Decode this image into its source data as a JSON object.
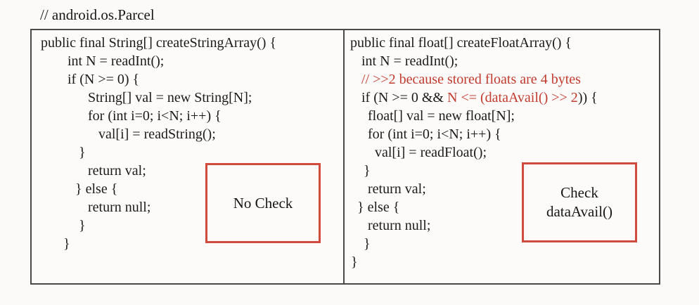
{
  "title": "// android.os.Parcel",
  "colors": {
    "ink": "#1b1b1b",
    "red": "#c23b2e",
    "box_border": "#d24a3c",
    "panel_border": "#4a4a4a"
  },
  "panels": [
    {
      "id": "create-string-array",
      "lines": [
        {
          "indent": 0,
          "segments": [
            {
              "t": "public final String[] createStringArray() {",
              "c": "ink"
            }
          ]
        },
        {
          "indent": 38,
          "segments": [
            {
              "t": "int N = readInt();",
              "c": "ink"
            }
          ]
        },
        {
          "indent": 38,
          "segments": [
            {
              "t": "if (N >= 0) {",
              "c": "ink"
            }
          ]
        },
        {
          "indent": 67,
          "segments": [
            {
              "t": "String[] val = new String[N];",
              "c": "ink"
            }
          ]
        },
        {
          "indent": 67,
          "segments": [
            {
              "t": "for (int i=0; i<N; i++) {",
              "c": "ink"
            }
          ]
        },
        {
          "indent": 82,
          "segments": [
            {
              "t": "val[i] = readString();",
              "c": "ink"
            }
          ]
        },
        {
          "indent": 54,
          "segments": [
            {
              "t": "}",
              "c": "ink"
            }
          ]
        },
        {
          "indent": 67,
          "segments": [
            {
              "t": "return val;",
              "c": "ink"
            }
          ]
        },
        {
          "indent": 49,
          "segments": [
            {
              "t": "} else {",
              "c": "ink"
            }
          ]
        },
        {
          "indent": 67,
          "segments": [
            {
              "t": "return null;",
              "c": "ink"
            }
          ]
        },
        {
          "indent": 54,
          "segments": [
            {
              "t": "}",
              "c": "ink"
            }
          ]
        },
        {
          "indent": 32,
          "segments": [
            {
              "t": "}",
              "c": "ink"
            }
          ]
        }
      ],
      "callout": {
        "lines": [
          "No Check"
        ]
      }
    },
    {
      "id": "create-float-array",
      "lines": [
        {
          "indent": 0,
          "segments": [
            {
              "t": "public final float[] createFloatArray() {",
              "c": "ink"
            }
          ]
        },
        {
          "indent": 16,
          "segments": [
            {
              "t": "int N = readInt();",
              "c": "ink"
            }
          ]
        },
        {
          "indent": 16,
          "segments": [
            {
              "t": "// >>2 because stored floats are 4 bytes",
              "c": "red"
            }
          ]
        },
        {
          "indent": 16,
          "segments": [
            {
              "t": "if (N >= 0 && ",
              "c": "ink"
            },
            {
              "t": "N <= (dataAvail() >> 2",
              "c": "red"
            },
            {
              "t": ")) {",
              "c": "ink"
            }
          ]
        },
        {
          "indent": 25,
          "segments": [
            {
              "t": "float[] val = new float[N];",
              "c": "ink"
            }
          ]
        },
        {
          "indent": 25,
          "segments": [
            {
              "t": "for (int i=0; i<N; i++) {",
              "c": "ink"
            }
          ]
        },
        {
          "indent": 35,
          "segments": [
            {
              "t": "val[i] = readFloat();",
              "c": "ink"
            }
          ]
        },
        {
          "indent": 19,
          "segments": [
            {
              "t": "}",
              "c": "ink"
            }
          ]
        },
        {
          "indent": 25,
          "segments": [
            {
              "t": "return val;",
              "c": "ink"
            }
          ]
        },
        {
          "indent": 10,
          "segments": [
            {
              "t": "} else {",
              "c": "ink"
            }
          ]
        },
        {
          "indent": 25,
          "segments": [
            {
              "t": "return null;",
              "c": "ink"
            }
          ]
        },
        {
          "indent": 19,
          "segments": [
            {
              "t": "}",
              "c": "ink"
            }
          ]
        },
        {
          "indent": 1,
          "segments": [
            {
              "t": "}",
              "c": "ink"
            }
          ]
        }
      ],
      "callout": {
        "lines": [
          "Check",
          "dataAvail()"
        ]
      }
    }
  ]
}
